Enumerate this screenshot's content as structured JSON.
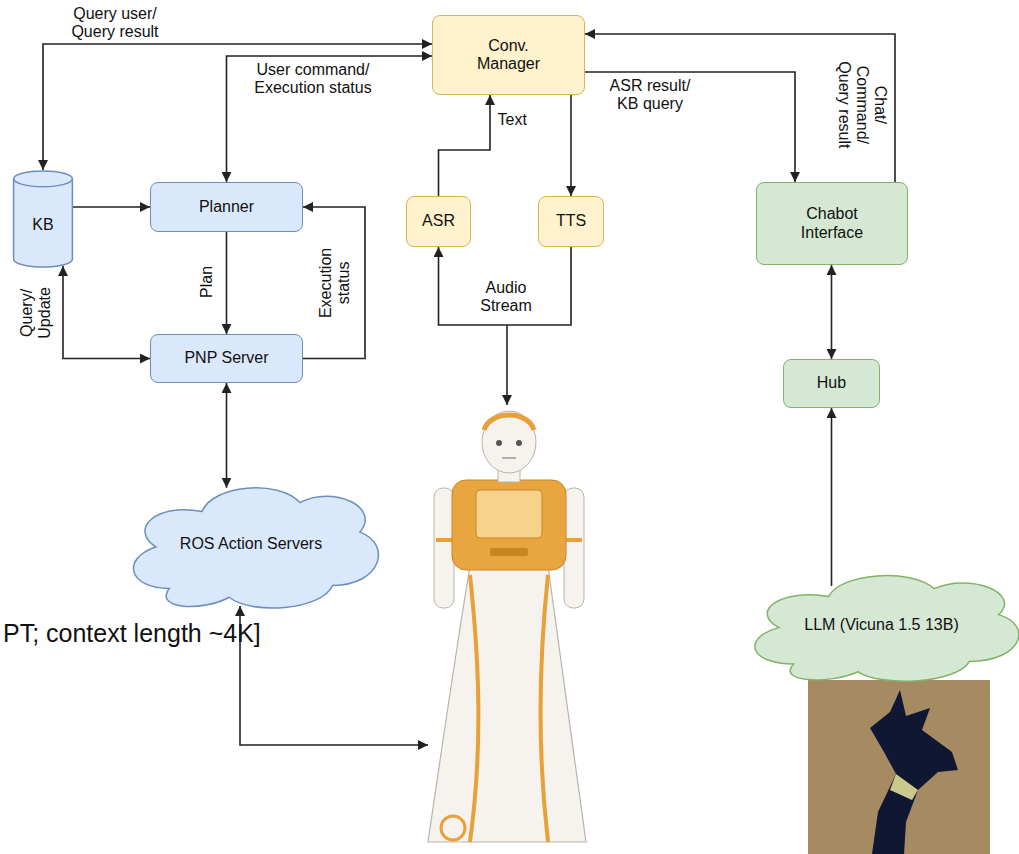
{
  "diagram": {
    "nodes": [
      {
        "text": [
          "Conv. Manager"
        ]
      },
      {
        "text": [
          "KB"
        ]
      },
      {
        "text": [
          "Planner"
        ]
      },
      {
        "text": [
          "ASR"
        ]
      },
      {
        "text": [
          "TTS"
        ]
      },
      {
        "text": [
          "Chabot Interface"
        ]
      },
      {
        "text": [
          "PNP Server"
        ]
      },
      {
        "text": [
          "Hub"
        ]
      },
      {
        "text": [
          "ROS Action Servers"
        ]
      },
      {
        "text": [
          "LLM (Vicuna 1.5 13B)"
        ]
      }
    ],
    "edges": [
      {
        "from": 1,
        "to": 0,
        "label": "Query user/ Query result",
        "arrow": "both"
      },
      {
        "from": 2,
        "to": 0,
        "label": "User command/ Execution status",
        "arrow": "both"
      },
      {
        "from": 1,
        "to": 2,
        "arrow": "to"
      },
      {
        "from": 2,
        "to": 6,
        "label": "Plan",
        "arrow": "to"
      },
      {
        "from": 6,
        "to": 2,
        "label": "Execution status",
        "arrow": "to"
      },
      {
        "from": 1,
        "to": 6,
        "label": "Query/ Update",
        "arrow": "both"
      },
      {
        "from": 6,
        "to": 8,
        "arrow": "both"
      },
      {
        "from": 3,
        "to": 0,
        "label": "Text",
        "arrow": "to"
      },
      {
        "from": 0,
        "to": 4,
        "arrow": "to"
      },
      {
        "from": 0,
        "to": 5,
        "label": "ASR result/ KB query",
        "arrow": "to"
      },
      {
        "from": 5,
        "to": 0,
        "label": "Chat/ Command/ Query result",
        "arrow": "to"
      },
      {
        "from": 5,
        "to": 7,
        "arrow": "both"
      },
      {
        "from": 9,
        "to": 7,
        "arrow": "to"
      },
      {
        "from": 4,
        "to": 3,
        "label": "Audio Stream",
        "arrow": "to"
      }
    ],
    "labels": [
      "PT; context length ~4K]"
    ]
  }
}
